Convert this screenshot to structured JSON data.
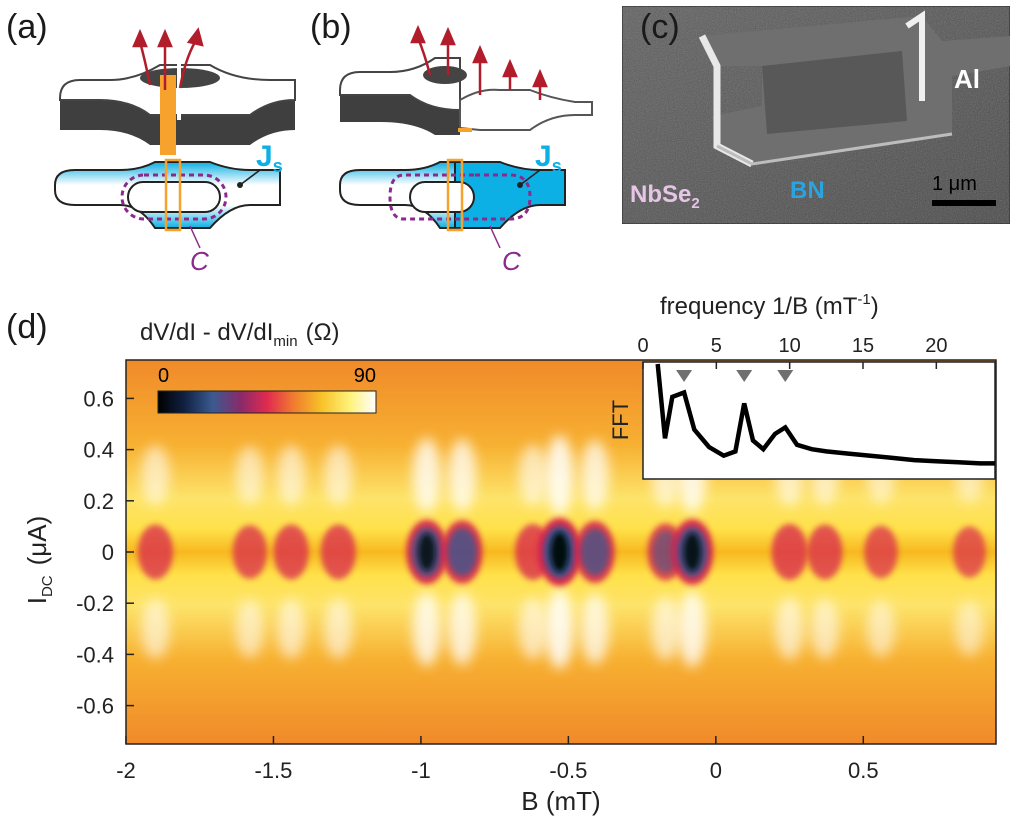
{
  "panels": {
    "a": {
      "label": "(a)",
      "current_label": "J",
      "current_sub": "s",
      "contour_label": "C"
    },
    "b": {
      "label": "(b)",
      "current_label": "J",
      "current_sub": "s",
      "contour_label": "C"
    },
    "c": {
      "label": "(c)",
      "material_al": "Al",
      "material_nbse": "NbSe",
      "material_nbse_sub": "2",
      "material_bn": "BN",
      "scale_bar": "1 μm"
    },
    "d": {
      "label": "(d)"
    }
  },
  "colors": {
    "arrow": "#b21d2b",
    "current_cyan": "#0cb0e4",
    "contour_purple": "#8a2a8c",
    "junction_orange": "#f6a22c",
    "device_dark": "#4a4a4a"
  },
  "colorbar": {
    "title_main": "dV/dI - dV/dI",
    "title_sub": "min",
    "title_unit": "(Ω)",
    "min_label": "0",
    "max_label": "90",
    "min": 0,
    "max": 90,
    "colormap": "inferno-like"
  },
  "chart_data": [
    {
      "type": "heatmap",
      "xlabel": "B (mT)",
      "ylabel_main": "I",
      "ylabel_sub": "DC",
      "ylabel_unit": "(μA)",
      "xlim": [
        -2.0,
        0.95
      ],
      "ylim": [
        -0.75,
        0.75
      ],
      "x_ticks": [
        -2,
        -1.5,
        -1,
        -0.5,
        0,
        0.5
      ],
      "x_tick_labels": [
        "-2",
        "-1.5",
        "-1",
        "-0.5",
        "0",
        "0.5"
      ],
      "y_ticks": [
        0.6,
        0.4,
        0.2,
        0,
        -0.2,
        -0.4,
        -0.6
      ],
      "y_tick_labels": [
        "0.6",
        "0.4",
        "0.2",
        "0",
        "-0.2",
        "-0.4",
        "-0.6"
      ],
      "dips": [
        {
          "B": -1.9,
          "depth": 0.45
        },
        {
          "B": -1.58,
          "depth": 0.4
        },
        {
          "B": -1.44,
          "depth": 0.45
        },
        {
          "B": -1.28,
          "depth": 0.45
        },
        {
          "B": -0.98,
          "depth": 0.85
        },
        {
          "B": -0.86,
          "depth": 0.8
        },
        {
          "B": -0.62,
          "depth": 0.5
        },
        {
          "B": -0.53,
          "depth": 1.0
        },
        {
          "B": -0.41,
          "depth": 0.75
        },
        {
          "B": -0.17,
          "depth": 0.55
        },
        {
          "B": -0.08,
          "depth": 0.9
        },
        {
          "B": 0.25,
          "depth": 0.5
        },
        {
          "B": 0.37,
          "depth": 0.45
        },
        {
          "B": 0.56,
          "depth": 0.35
        },
        {
          "B": 0.86,
          "depth": 0.3
        }
      ]
    },
    {
      "type": "line",
      "title": "frequency 1/B (mT",
      "title_sup": "-1",
      "title_end": ")",
      "ylabel": "FFT",
      "xlim": [
        0,
        24
      ],
      "x_ticks": [
        0,
        5,
        10,
        15,
        20
      ],
      "x_tick_labels": [
        "0",
        "5",
        "10",
        "15",
        "20"
      ],
      "x": [
        1.0,
        1.5,
        2.0,
        2.8,
        3.5,
        4.5,
        5.5,
        6.3,
        6.9,
        7.5,
        8.2,
        9.0,
        9.7,
        10.5,
        11.5,
        12.5,
        14,
        15.5,
        17,
        18.5,
        20,
        21.5,
        23,
        24
      ],
      "y": [
        1.0,
        0.3,
        0.68,
        0.72,
        0.38,
        0.22,
        0.14,
        0.18,
        0.62,
        0.28,
        0.2,
        0.34,
        0.4,
        0.24,
        0.2,
        0.18,
        0.16,
        0.14,
        0.12,
        0.1,
        0.09,
        0.08,
        0.07,
        0.07
      ],
      "peak_markers": [
        2.8,
        6.9,
        9.7
      ]
    }
  ]
}
